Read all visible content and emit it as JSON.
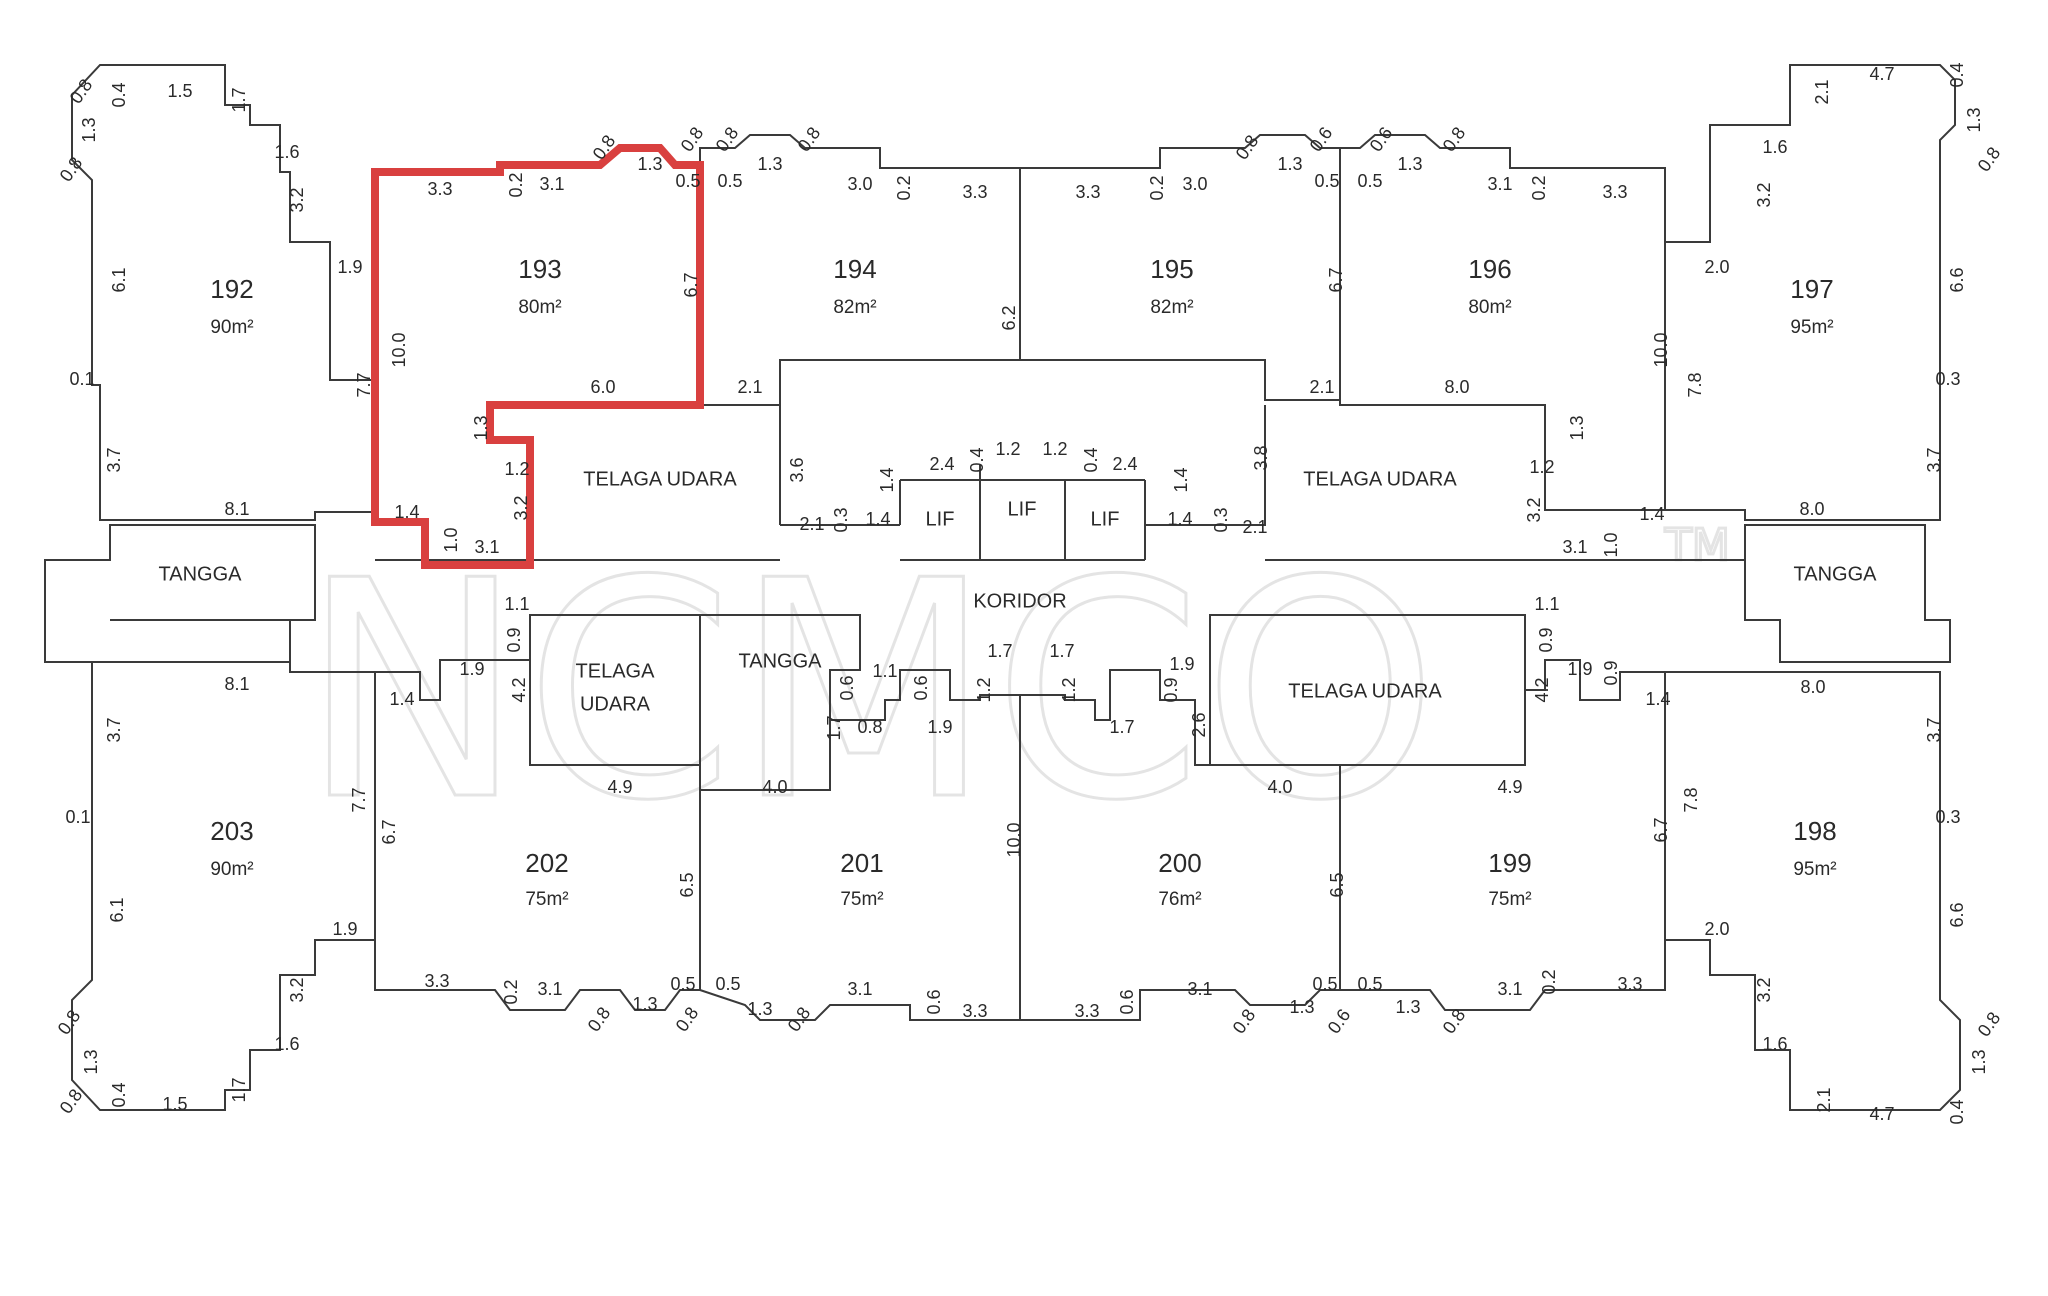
{
  "watermark": {
    "text": "NCMCO",
    "mark": "TM"
  },
  "highlight": {
    "unit": "193",
    "color": "#d9403f"
  },
  "units": [
    {
      "number": "192",
      "area": "90m²"
    },
    {
      "number": "193",
      "area": "80m²"
    },
    {
      "number": "194",
      "area": "82m²"
    },
    {
      "number": "195",
      "area": "82m²"
    },
    {
      "number": "196",
      "area": "80m²"
    },
    {
      "number": "197",
      "area": "95m²"
    },
    {
      "number": "203",
      "area": "90m²"
    },
    {
      "number": "202",
      "area": "75m²"
    },
    {
      "number": "201",
      "area": "75m²"
    },
    {
      "number": "200",
      "area": "76m²"
    },
    {
      "number": "199",
      "area": "75m²"
    },
    {
      "number": "198",
      "area": "95m²"
    }
  ],
  "rooms": {
    "telaga_udara": "TELAGA UDARA",
    "telaga": "TELAGA",
    "udara": "UDARA",
    "tangga": "TANGGA",
    "lif": "LIF",
    "koridor": "KORIDOR"
  },
  "dims": [
    "0.8",
    "0.4",
    "1.5",
    "1.7",
    "1.3",
    "0.8",
    "1.6",
    "3.2",
    "6.1",
    "0.1",
    "3.7",
    "1.9",
    "7.7",
    "8.1",
    "3.3",
    "0.2",
    "3.1",
    "0.8",
    "1.3",
    "0.8",
    "0.5",
    "10.0",
    "6.7",
    "6.0",
    "1.3",
    "1.2",
    "3.2",
    "1.4",
    "1.0",
    "3.1",
    "0.8",
    "0.5",
    "1.3",
    "0.8",
    "3.0",
    "0.2",
    "3.3",
    "2.1",
    "6.2",
    "3.6",
    "2.1",
    "0.3",
    "1.4",
    "1.4",
    "2.4",
    "0.4",
    "1.2",
    "1.2",
    "0.4",
    "2.4",
    "1.4",
    "3.3",
    "0.2",
    "3.0",
    "0.8",
    "0.6",
    "1.3",
    "0.5",
    "0.5",
    "0.6",
    "1.3",
    "0.8",
    "3.1",
    "0.2",
    "3.3",
    "6.7",
    "2.1",
    "8.0",
    "1.3",
    "1.2",
    "3.8",
    "3.2",
    "3.1",
    "1.0",
    "1.4",
    "0.3",
    "1.4",
    "2.1",
    "10.0",
    "7.8",
    "2.0",
    "1.6",
    "3.2",
    "2.1",
    "4.7",
    "0.4",
    "1.3",
    "0.8",
    "6.6",
    "0.3",
    "3.7",
    "8.0",
    "1.1",
    "1.9",
    "0.9",
    "1.4",
    "4.2",
    "8.1",
    "1.1",
    "0.6",
    "0.6",
    "1.7",
    "0.8",
    "1.9",
    "1.2",
    "1.7",
    "1.7",
    "1.2",
    "1.9",
    "0.9",
    "1.7",
    "2.6",
    "1.1",
    "0.9",
    "1.9",
    "0.9",
    "4.2",
    "1.4",
    "8.0",
    "3.7",
    "0.1",
    "6.1",
    "1.9",
    "3.2",
    "1.6",
    "0.8",
    "1.3",
    "0.8",
    "0.4",
    "1.5",
    "1.7",
    "7.7",
    "6.7",
    "4.9",
    "4.0",
    "6.5",
    "3.3",
    "0.2",
    "3.1",
    "0.8",
    "1.3",
    "0.8",
    "0.5",
    "0.5",
    "3.1",
    "0.6",
    "3.3",
    "1.3",
    "0.8",
    "10.0",
    "3.3",
    "0.6",
    "3.1",
    "0.8",
    "1.3",
    "0.5",
    "0.6",
    "4.0",
    "6.5",
    "0.5",
    "1.3",
    "0.8",
    "3.1",
    "0.2",
    "3.3",
    "4.9",
    "6.7",
    "7.8",
    "3.7",
    "0.3",
    "6.6",
    "2.0",
    "3.2",
    "1.6",
    "2.1",
    "4.7",
    "0.4",
    "1.3",
    "0.8"
  ]
}
